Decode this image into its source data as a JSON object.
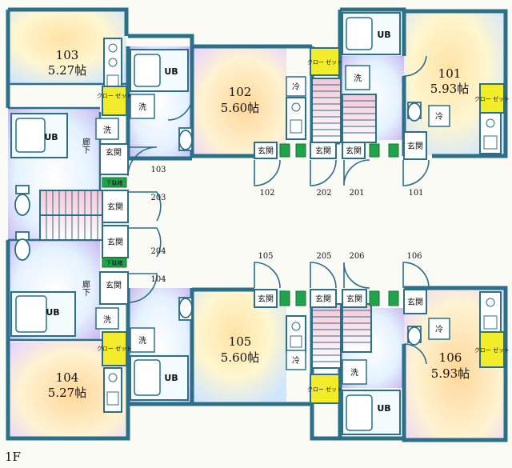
{
  "floor_label": "1F",
  "units": {
    "u103": {
      "number": "103",
      "area": "5.27帖"
    },
    "u102": {
      "number": "102",
      "area": "5.60帖"
    },
    "u101": {
      "number": "101",
      "area": "5.93帖"
    },
    "u104": {
      "number": "104",
      "area": "5.27帖"
    },
    "u105": {
      "number": "105",
      "area": "5.60帖"
    },
    "u106": {
      "number": "106",
      "area": "5.93帖"
    }
  },
  "labels": {
    "ub": "UB",
    "entrance": "玄関",
    "corridor_a": "廊下",
    "corridor_b": "廊下",
    "washer": "洗",
    "fridge": "冷",
    "closet_h": "クロー ゼット",
    "closet_v": "クロー ゼット",
    "shoe": "下駄箱",
    "shoe_h": "下駄箱"
  },
  "door_numbers": {
    "d103": "103",
    "d203": "203",
    "d204": "204",
    "d104": "104",
    "d102": "102",
    "d202": "202",
    "d201": "201",
    "d101": "101",
    "d105": "105",
    "d205": "205",
    "d206": "206",
    "d106": "106"
  }
}
